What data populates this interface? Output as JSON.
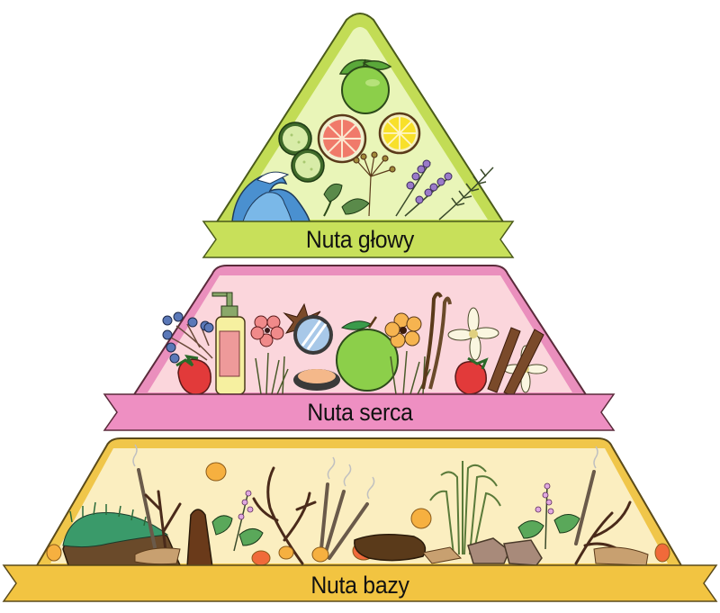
{
  "diagram": {
    "type": "fragrance-note-pyramid",
    "tiers": [
      {
        "id": "top",
        "label": "Nuta głowy",
        "colors": {
          "fill": "#e9f5b8",
          "border": "#c2dc55",
          "banner": "#c8e05a",
          "outline": "#4a5a1a"
        },
        "items": [
          "lime-icon",
          "grapefruit-slice-icon",
          "lemon-slice-icon",
          "cucumber-slice-icon",
          "wave-icon",
          "parsley-icon",
          "fennel-flower-icon",
          "lavender-icon",
          "rosemary-icon"
        ]
      },
      {
        "id": "middle",
        "label": "Nuta serca",
        "colors": {
          "fill": "#fbd6dc",
          "border": "#ea8fbd",
          "banner": "#ee8fc2",
          "outline": "#5a2a3a"
        },
        "items": [
          "berry-branch-icon",
          "strawberry-icon",
          "lotion-bottle-icon",
          "hibiscus-flower-icon",
          "star-anise-icon",
          "compact-mirror-icon",
          "green-apple-icon",
          "orange-blossom-icon",
          "grass-icon",
          "vanilla-pod-icon",
          "jasmine-flower-icon",
          "cinnamon-stick-icon"
        ]
      },
      {
        "id": "base",
        "label": "Nuta bazy",
        "colors": {
          "fill": "#fbeec0",
          "border": "#f0c64a",
          "banner": "#f2c441",
          "outline": "#5a4a1a"
        },
        "items": [
          "moss-icon",
          "incense-stick-icon",
          "twig-icon",
          "bark-icon",
          "patchouli-icon",
          "amber-resin-icon",
          "driftwood-icon",
          "vetiver-grass-icon",
          "stone-icon",
          "sandalwood-icon"
        ]
      }
    ]
  }
}
